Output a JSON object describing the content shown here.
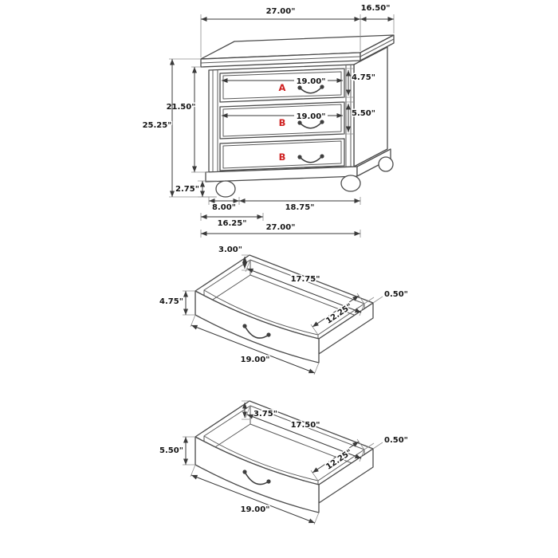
{
  "palette": {
    "background": "#ffffff",
    "line": "#4b4b4b",
    "dimension_text": "#151515",
    "drawer_letter": "#cf2121"
  },
  "nightstand": {
    "top_width": "27.00\"",
    "top_depth": "16.50\"",
    "upper_height": "21.50\"",
    "total_height": "25.25\"",
    "foot_height": "2.75\"",
    "drawers": [
      {
        "letter": "A",
        "width": "19.00\"",
        "height": "4.75\""
      },
      {
        "letter": "B",
        "width": "19.00\"",
        "height": "5.50\""
      },
      {
        "letter": "B"
      }
    ],
    "base_offset": "8.00\"",
    "base_span": "18.75\"",
    "base_depth": "16.25\"",
    "base_width": "27.00\""
  },
  "drawer_a_detail": {
    "side_height": "3.00\"",
    "front_height": "4.75\"",
    "inner_width": "17.75\"",
    "wall_thickness": "0.50\"",
    "inner_depth": "12.25\"",
    "front_width": "19.00\""
  },
  "drawer_b_detail": {
    "side_height": "3.75\"",
    "front_height": "5.50\"",
    "inner_width": "17.50\"",
    "wall_thickness": "0.50\"",
    "inner_depth": "12.25\"",
    "front_width": "19.00\""
  }
}
